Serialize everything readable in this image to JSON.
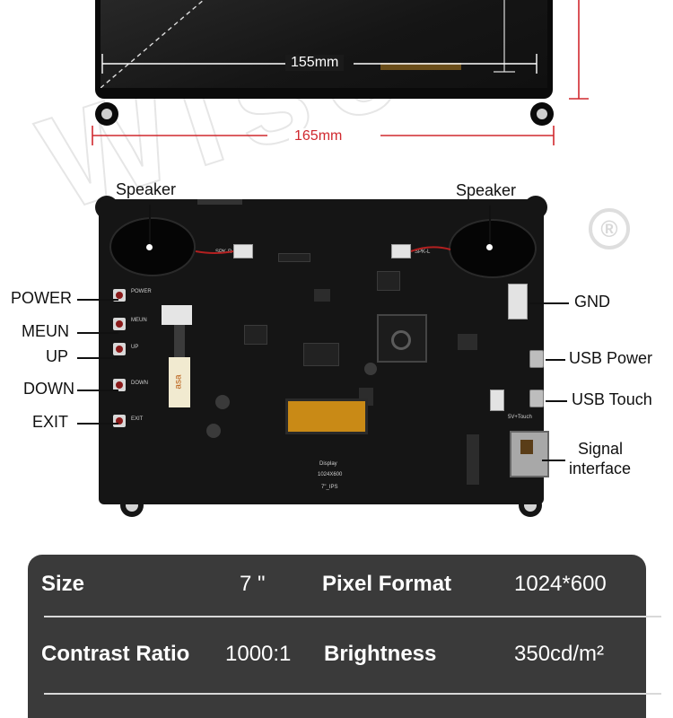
{
  "dimensions": {
    "inner_width": "155mm",
    "outer_width": "165mm"
  },
  "callouts": {
    "speaker_left": "Speaker",
    "speaker_right": "Speaker",
    "power": "POWER",
    "meun": "MEUN",
    "up": "UP",
    "down": "DOWN",
    "exit": "EXIT",
    "gnd": "GND",
    "usb_power": "USB Power",
    "usb_touch": "USB Touch",
    "signal_line1": "Signal",
    "signal_line2": "interface"
  },
  "board_silkscreen": {
    "btn1": "POWER",
    "btn2": "MEUN",
    "btn3": "UP",
    "btn4": "DOWN",
    "btn5": "EXIT",
    "display": "Display",
    "resolution": "1024X600",
    "panel": "7\"_IPS",
    "spk_r": "SPK-R",
    "spk_l": "SPK-L",
    "touch": "5V+Touch",
    "sticker": "asa"
  },
  "specs": {
    "rows": [
      {
        "key1": "Size",
        "val1": "7 \"",
        "key2": "Pixel Format",
        "val2": "1024*600"
      },
      {
        "key1": "Contrast Ratio",
        "val1": "1000:1",
        "key2": "Brightness",
        "val2": "350cd/m²"
      }
    ]
  },
  "colors": {
    "dimension_red": "#d0282e",
    "spec_background": "#3a3a3a",
    "board": "#151515"
  }
}
